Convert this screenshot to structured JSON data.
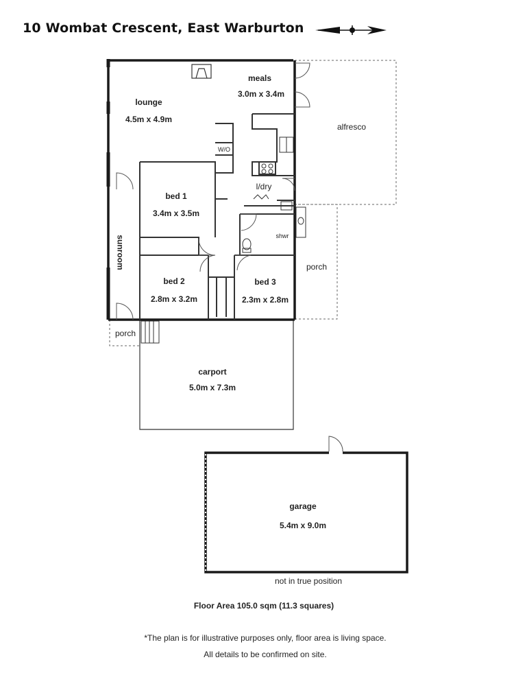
{
  "title": "10 Wombat Crescent, East Warburton",
  "rooms": {
    "meals": {
      "name": "meals",
      "size": "3.0m x 3.4m"
    },
    "lounge": {
      "name": "lounge",
      "size": "4.5m x 4.9m"
    },
    "alfresco": {
      "name": "alfresco"
    },
    "wio": {
      "name": "W/O"
    },
    "ldry": {
      "name": "l/dry"
    },
    "bed1": {
      "name": "bed 1",
      "size": "3.4m x 3.5m"
    },
    "sunroom": {
      "name": "sunroom"
    },
    "shwr": {
      "name": "shwr"
    },
    "bed2": {
      "name": "bed 2",
      "size": "2.8m x 3.2m"
    },
    "bed3": {
      "name": "bed 3",
      "size": "2.3m x 2.8m"
    },
    "porch_right": {
      "name": "porch"
    },
    "porch_left": {
      "name": "porch"
    },
    "carport": {
      "name": "carport",
      "size": "5.0m x 7.3m"
    },
    "garage": {
      "name": "garage",
      "size": "5.4m x 9.0m"
    }
  },
  "garage_note": "not in true position",
  "floor_area": "Floor Area 105.0 sqm (11.3 squares)",
  "disclaimer": "*The plan is for illustrative purposes only, floor area is living space.",
  "confirm": "All details to be confirmed on site."
}
